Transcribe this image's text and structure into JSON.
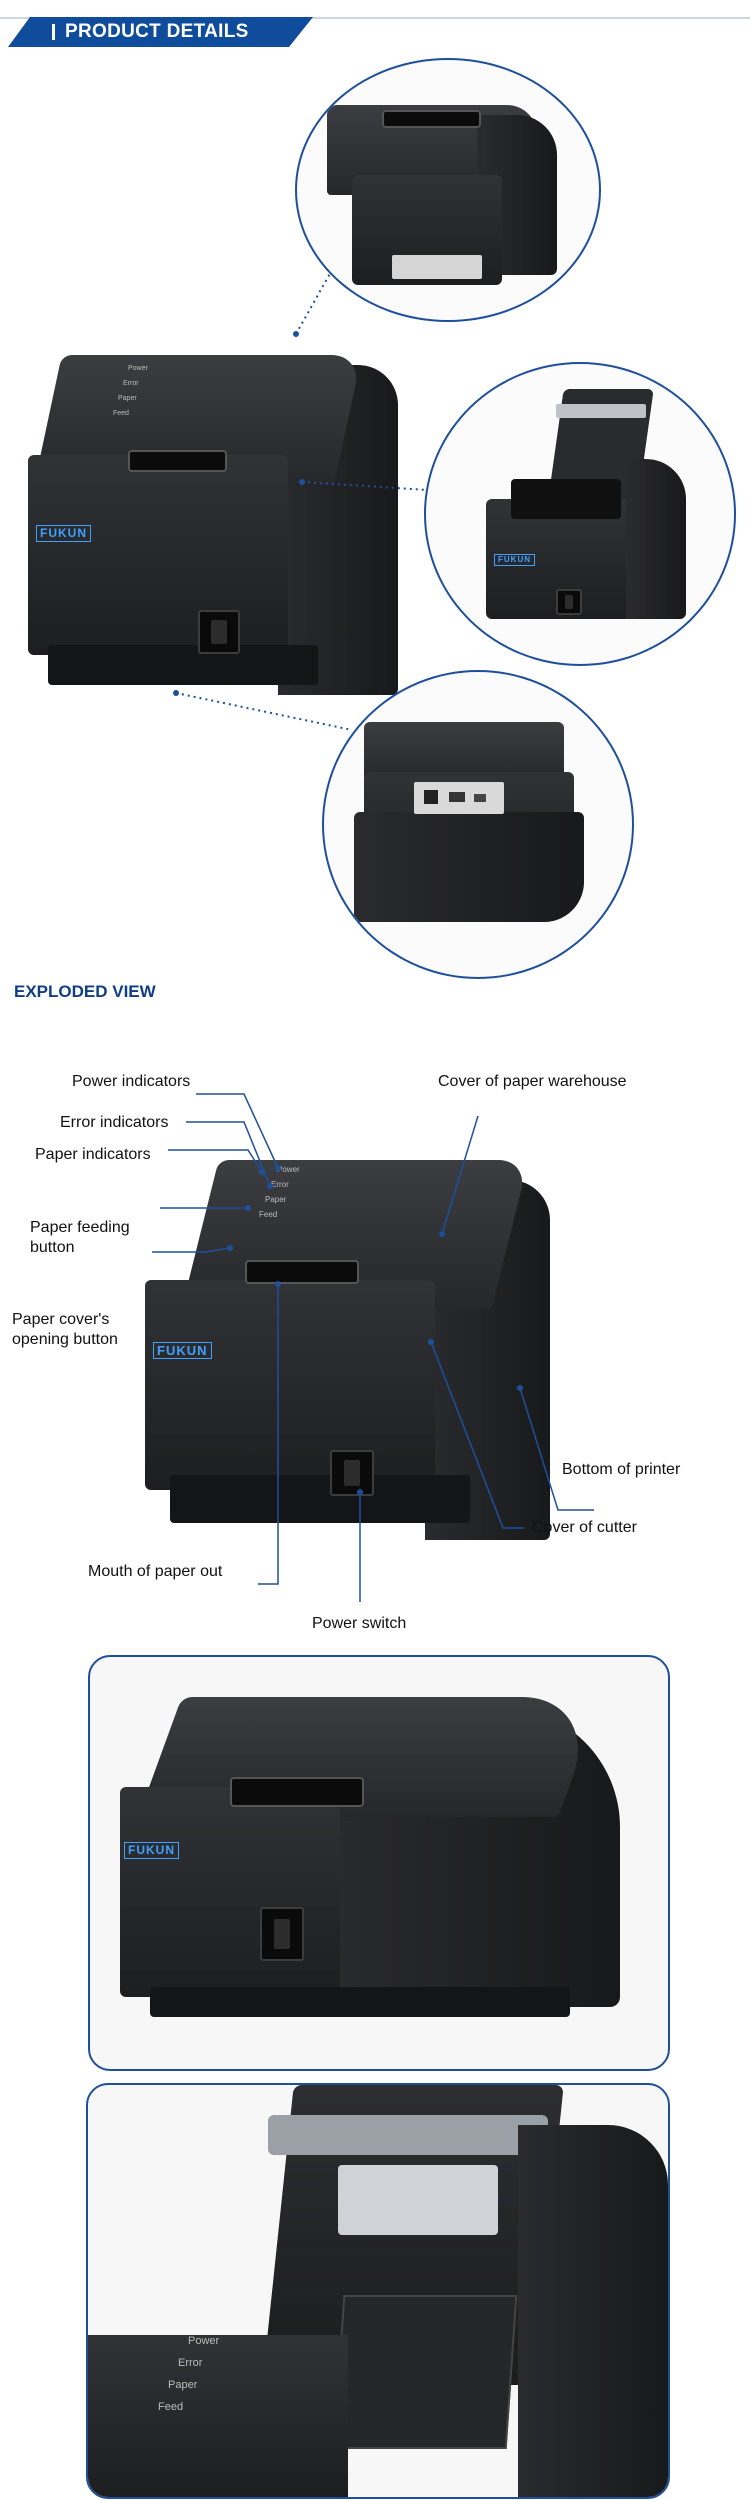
{
  "header": {
    "title": "PRODUCT DETAILS"
  },
  "brand": {
    "logo": "FUKUN",
    "accent_color": "#0f4c9c",
    "circle_color": "#1e4f9c"
  },
  "printer_leds": [
    "Power",
    "Error",
    "Paper",
    "Feed"
  ],
  "exploded": {
    "title": "EXPLODED VIEW",
    "labels": {
      "power_indicators": "Power indicators",
      "error_indicators": "Error indicators",
      "paper_indicators": "Paper indicators",
      "paper_feeding_button": "Paper feeding\nbutton",
      "paper_cover_opening_button": "Paper cover's\nopening button",
      "cover_of_paper_warehouse": "Cover of paper warehouse",
      "bottom_of_printer": "Bottom of printer",
      "cover_of_cutter": "Cover of cutter",
      "mouth_of_paper_out": "Mouth of paper out",
      "power_switch": "Power switch"
    }
  }
}
